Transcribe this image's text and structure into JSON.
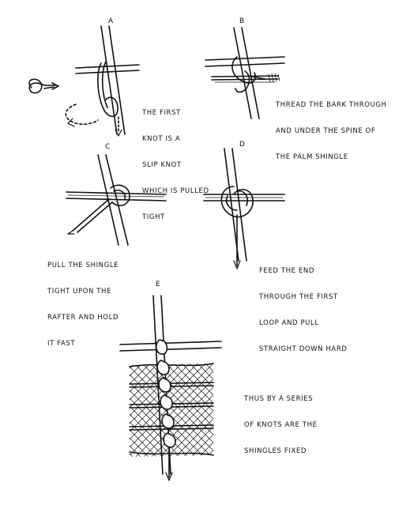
{
  "panels": {
    "a": {
      "letter": "A",
      "caption": [
        "THE FIRST",
        "KNOT IS A",
        "SLIP KNOT",
        "WHICH IS PULLED",
        "TIGHT"
      ]
    },
    "b": {
      "letter": "B",
      "caption": [
        "THREAD THE BARK THROUGH",
        "AND UNDER THE SPINE OF",
        "THE PALM SHINGLE"
      ]
    },
    "c": {
      "letter": "C",
      "caption": [
        "PULL THE SHINGLE",
        "TIGHT UPON THE",
        "RAFTER AND HOLD",
        "IT FAST"
      ]
    },
    "d": {
      "letter": "D",
      "caption": [
        "FEED THE END",
        "THROUGH THE FIRST",
        "LOOP AND PULL",
        "STRAIGHT DOWN HARD"
      ]
    },
    "e": {
      "letter": "E",
      "caption": [
        "THUS BY A SERIES",
        "OF KNOTS ARE THE",
        "SHINGLES FIXED"
      ]
    }
  },
  "colors": {
    "ink": "#111111",
    "paper": "#ffffff"
  }
}
